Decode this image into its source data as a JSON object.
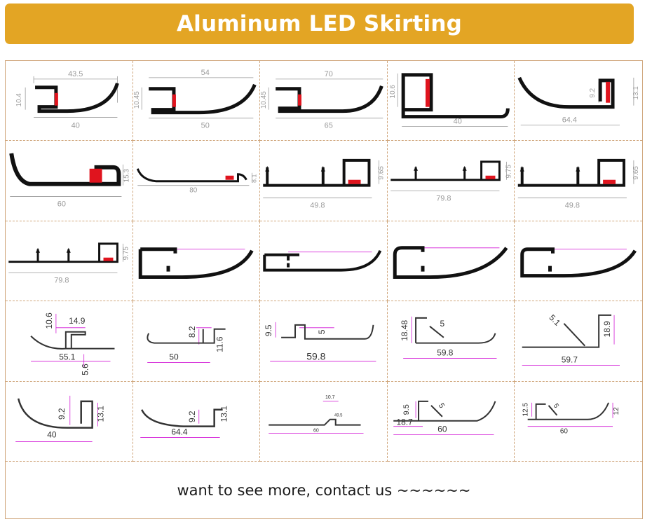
{
  "header": {
    "title": "Aluminum LED Skirting"
  },
  "colors": {
    "header_bg": "#e3a524",
    "border": "#cfa57a",
    "profile": "#111111",
    "led": "#e0141e",
    "dimension_magenta": "#d21ad6",
    "dimension_gray": "#9a9a9a"
  },
  "profiles": [
    {
      "dims": [
        "43.5",
        "10.4",
        "40"
      ]
    },
    {
      "dims": [
        "54",
        "10.45",
        "50"
      ]
    },
    {
      "dims": [
        "70",
        "10.45",
        "65"
      ]
    },
    {
      "dims": [
        "10.6",
        "40"
      ]
    },
    {
      "dims": [
        "9.2",
        "13.1",
        "64.4"
      ]
    },
    {
      "dims": [
        "60",
        "15.3"
      ]
    },
    {
      "dims": [
        "80",
        "8.1"
      ]
    },
    {
      "dims": [
        "49.8",
        "9.65"
      ]
    },
    {
      "dims": [
        "79.8",
        "9.75"
      ]
    },
    {
      "dims": [
        "49.8",
        "9.65"
      ]
    },
    {
      "dims": [
        "79.8",
        "9.75"
      ]
    },
    {
      "dims": []
    },
    {
      "dims": []
    },
    {
      "dims": []
    },
    {
      "dims": []
    },
    {
      "dims": [
        "10.6",
        "14.9",
        "55.1",
        "5.6"
      ]
    },
    {
      "dims": [
        "8.2",
        "11.6",
        "50"
      ]
    },
    {
      "dims": [
        "9.5",
        "5",
        "59.8"
      ]
    },
    {
      "dims": [
        "18.48",
        "5",
        "59.8"
      ]
    },
    {
      "dims": [
        "5.1",
        "18.9",
        "59.7"
      ]
    },
    {
      "dims": [
        "9.2",
        "13.1",
        "40"
      ]
    },
    {
      "dims": [
        "9.2",
        "13.1",
        "64.4"
      ]
    },
    {
      "dims": [
        "10.7",
        "49.5",
        "60"
      ]
    },
    {
      "dims": [
        "9.5",
        "5",
        "18.7",
        "60"
      ]
    },
    {
      "dims": [
        "12.5",
        "5",
        "12",
        "60"
      ]
    }
  ],
  "footer": {
    "text": "want to see more, contact us ~~~~~~"
  }
}
